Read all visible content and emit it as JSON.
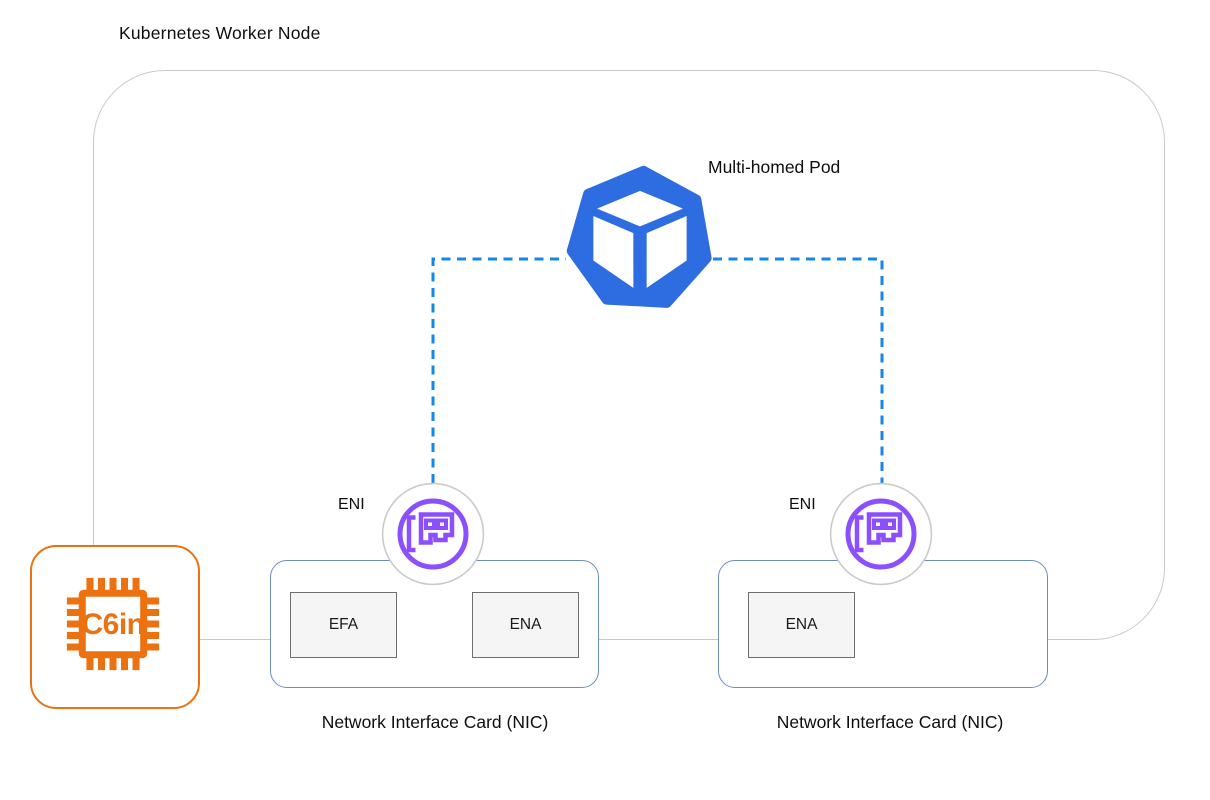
{
  "title": "Kubernetes Worker Node",
  "pod": {
    "label": "Multi-homed Pod",
    "icon": "kubernetes-pod-icon"
  },
  "eni_left": {
    "label": "ENI",
    "icon": "elastic-network-interface-icon"
  },
  "eni_right": {
    "label": "ENI",
    "icon": "elastic-network-interface-icon"
  },
  "instance": {
    "label": "C6in",
    "icon": "ec2-instance-chip-icon"
  },
  "nic_left": {
    "label": "Network Interface Card (NIC)",
    "adapters": [
      "EFA",
      "ENA"
    ]
  },
  "nic_right": {
    "label": "Network Interface Card (NIC)",
    "adapters": [
      "ENA"
    ]
  },
  "colors": {
    "pod_blue": "#2E6DE1",
    "connector_blue": "#1686E8",
    "eni_purple": "#8C4FFF",
    "instance_orange": "#EC7211",
    "nic_border_blue": "#6C8EBF",
    "boundary_gray": "#C9C9C9",
    "adapter_fill": "#F5F5F5"
  }
}
